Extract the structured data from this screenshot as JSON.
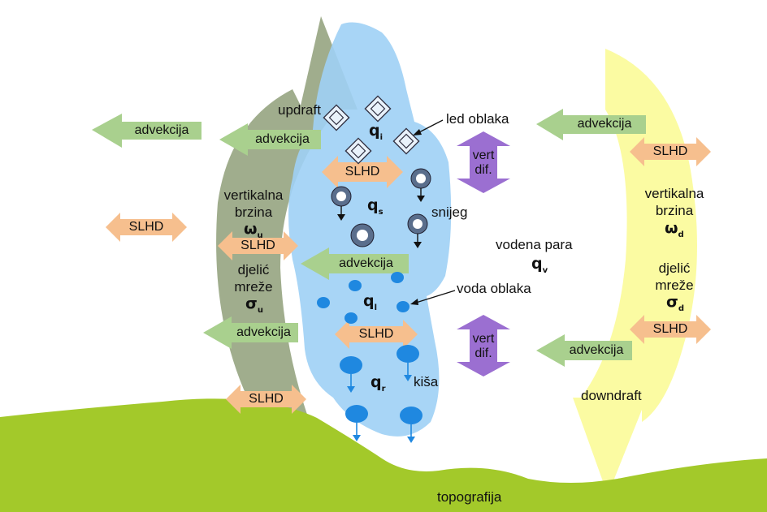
{
  "labels": {
    "advekcija": "advekcija",
    "slhd": "SLHD",
    "vert_dif_1": "vert",
    "vert_dif_2": "dif.",
    "updraft": "updraft",
    "led_oblaka": "led oblaka",
    "snijeg": "snijeg",
    "vodena_para": "vodena para",
    "voda_oblaka": "voda oblaka",
    "kisa": "kiša",
    "downdraft": "downdraft",
    "topografija": "topografija",
    "vertikalna": "vertikalna",
    "brzina": "brzina",
    "djelic": "djelić",
    "mreze": "mreže"
  },
  "symbols": {
    "q": "q",
    "omega": "ω",
    "sigma": "σ",
    "sub_i": "i",
    "sub_s": "s",
    "sub_l": "l",
    "sub_r": "r",
    "sub_v": "v",
    "sub_u": "u",
    "sub_d": "d"
  },
  "colors": {
    "advection_green": "#a9d08e",
    "slhd_orange": "#f6bf8e",
    "vert_dif_purple": "#9b6fd1",
    "cloud_blue": "#9fd0f5",
    "updraft_olive": "#8f9f79",
    "downdraft_yellow": "#fbfb9d",
    "terrain_green": "#a3c92a",
    "drop_blue": "#1f88e0"
  }
}
